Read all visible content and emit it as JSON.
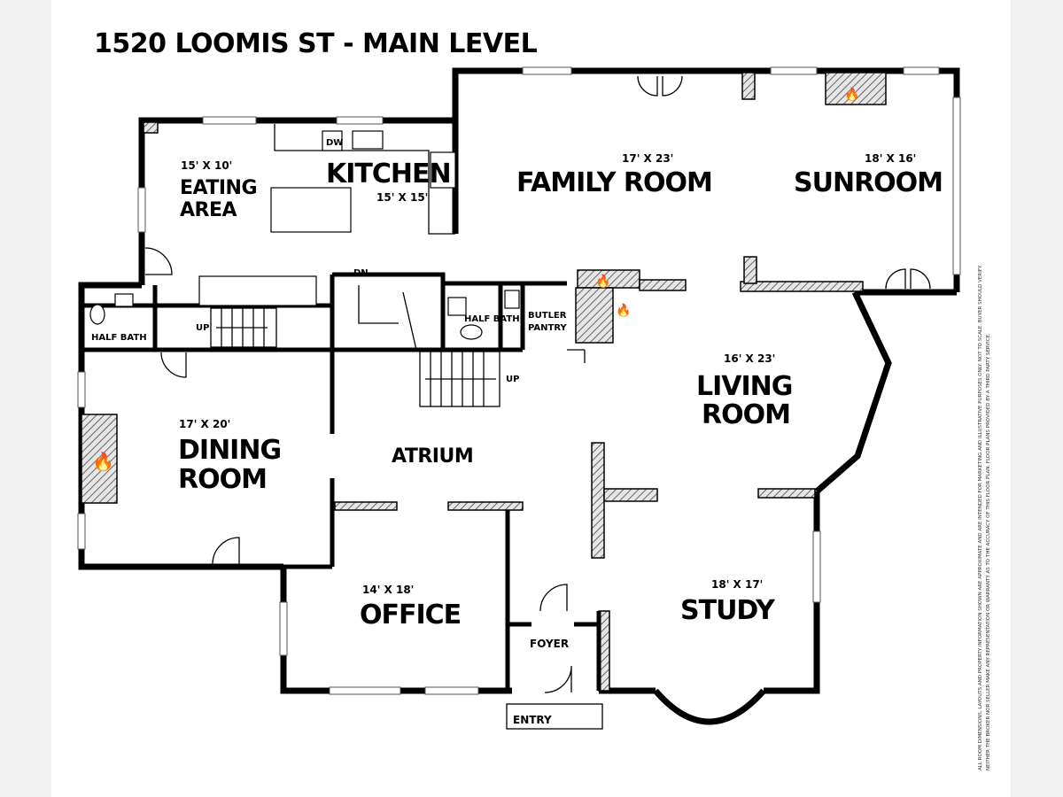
{
  "title": "1520 LOOMIS ST - MAIN LEVEL",
  "rooms": {
    "kitchen": {
      "name": "KITCHEN",
      "dims": "15' X 15'"
    },
    "eating_area": {
      "name_line1": "EATING",
      "name_line2": "AREA",
      "dims": "15' X 10'"
    },
    "family_room": {
      "name": "FAMILY ROOM",
      "dims": "17' X 23'"
    },
    "sunroom": {
      "name": "SUNROOM",
      "dims": "18' X 16'"
    },
    "living_room": {
      "name_line1": "LIVING",
      "name_line2": "ROOM",
      "dims": "16' X 23'"
    },
    "dining_room": {
      "name_line1": "DINING",
      "name_line2": "ROOM",
      "dims": "17' X 20'"
    },
    "atrium": {
      "name": "ATRIUM"
    },
    "office": {
      "name": "OFFICE",
      "dims": "14' X 18'"
    },
    "study": {
      "name": "STUDY",
      "dims": "18' X 17'"
    },
    "foyer": {
      "name": "FOYER"
    },
    "entry": {
      "name": "ENTRY"
    },
    "half_bath_left": {
      "name": "HALF BATH"
    },
    "half_bath_center": {
      "name": "HALF BATH"
    },
    "butler_pantry": {
      "name_line1": "BUTLER",
      "name_line2": "PANTRY"
    }
  },
  "fixtures": {
    "dishwasher": "DW",
    "stair_up_left": "UP",
    "stair_down": "DN",
    "stair_up_right": "UP"
  },
  "disclaimer": {
    "line1": "ALL ROOM DIMENSIONS, LAYOUTS AND PROPERTY INFORMATION SHOWN ARE APPROXIMATE AND ARE INTENDED FOR MARKETING AND ILLUSTRATIVE PURPOSES ONLY. NOT TO SCALE. BUYER SHOULD VERIFY.",
    "line2": "NEITHER THE BROKER NOR SELLER MAKE ANY REPRESENTATION OR WARRANTY AS TO THE ACCURACY OF THIS FLOOR PLAN. FLOOR PLANS PROVIDED BY A THIRD PARTY SERVICE."
  }
}
